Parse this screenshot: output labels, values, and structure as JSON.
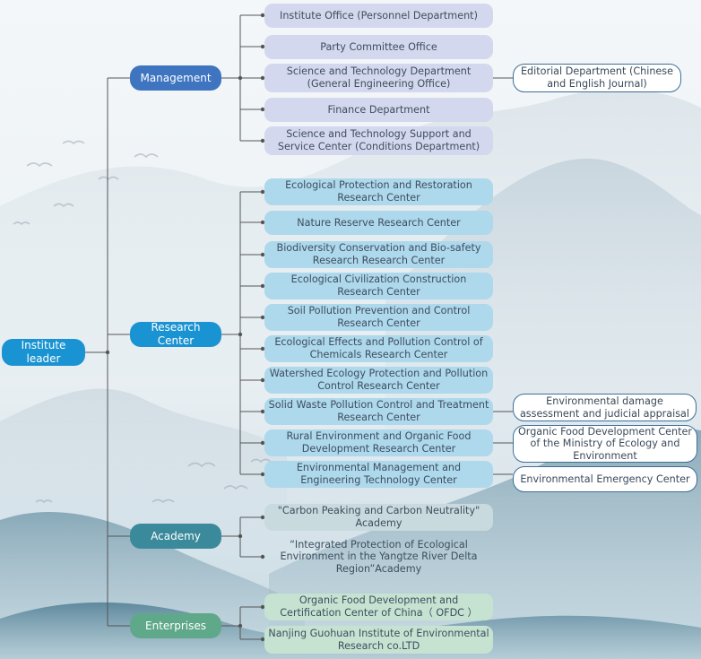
{
  "root": {
    "label": "Institute leader"
  },
  "groups": {
    "management": {
      "label": "Management",
      "items": [
        "Institute Office (Personnel Department)",
        "Party Committee Office",
        "Science and Technology Department (General Engineering Office)",
        "Finance Department",
        "Science and Technology Support and Service Center (Conditions Department)"
      ]
    },
    "research": {
      "label": "Research Center",
      "items": [
        "Ecological Protection and Restoration Research Center",
        "Nature Reserve Research Center",
        "Biodiversity Conservation and Bio-safety Research Research Center",
        "Ecological Civilization Construction Research Center",
        "Soil Pollution Prevention and Control Research Center",
        "Ecological Effects and Pollution Control of Chemicals Research Center",
        "Watershed Ecology Protection and Pollution Control Research Center",
        "Solid Waste Pollution Control and Treatment Research Center",
        "Rural Environment and Organic Food Development Research Center",
        "Environmental Management and Engineering Technology Center"
      ]
    },
    "academy": {
      "label": "Academy",
      "items": [
        "\"Carbon Peaking and Carbon Neutrality\" Academy",
        "“Integrated Protection of Ecological Environment in the Yangtze River Delta Region”Academy"
      ]
    },
    "enterprises": {
      "label": "Enterprises",
      "items": [
        "Organic Food Development and Certification Center of China（ OFDC ）",
        "Nanjing Guohuan Institute of Environmental Research co.LTD"
      ]
    }
  },
  "side_units": {
    "editorial": "Editorial Department (Chinese and English Journal)",
    "damage": "Environmental damage assessment and judicial appraisal",
    "organic": "Organic Food Development Center of the Ministry of Ecology and Environment",
    "emergency": "Environmental Emergency Center"
  },
  "colors": {
    "management": "#3e74c0",
    "research": "#1a93d2",
    "root": "#1a93d2",
    "academy": "#3b8a9c",
    "enterprises": "#5fa88a",
    "connector": "#555555",
    "side_border": "#3d6f98"
  }
}
